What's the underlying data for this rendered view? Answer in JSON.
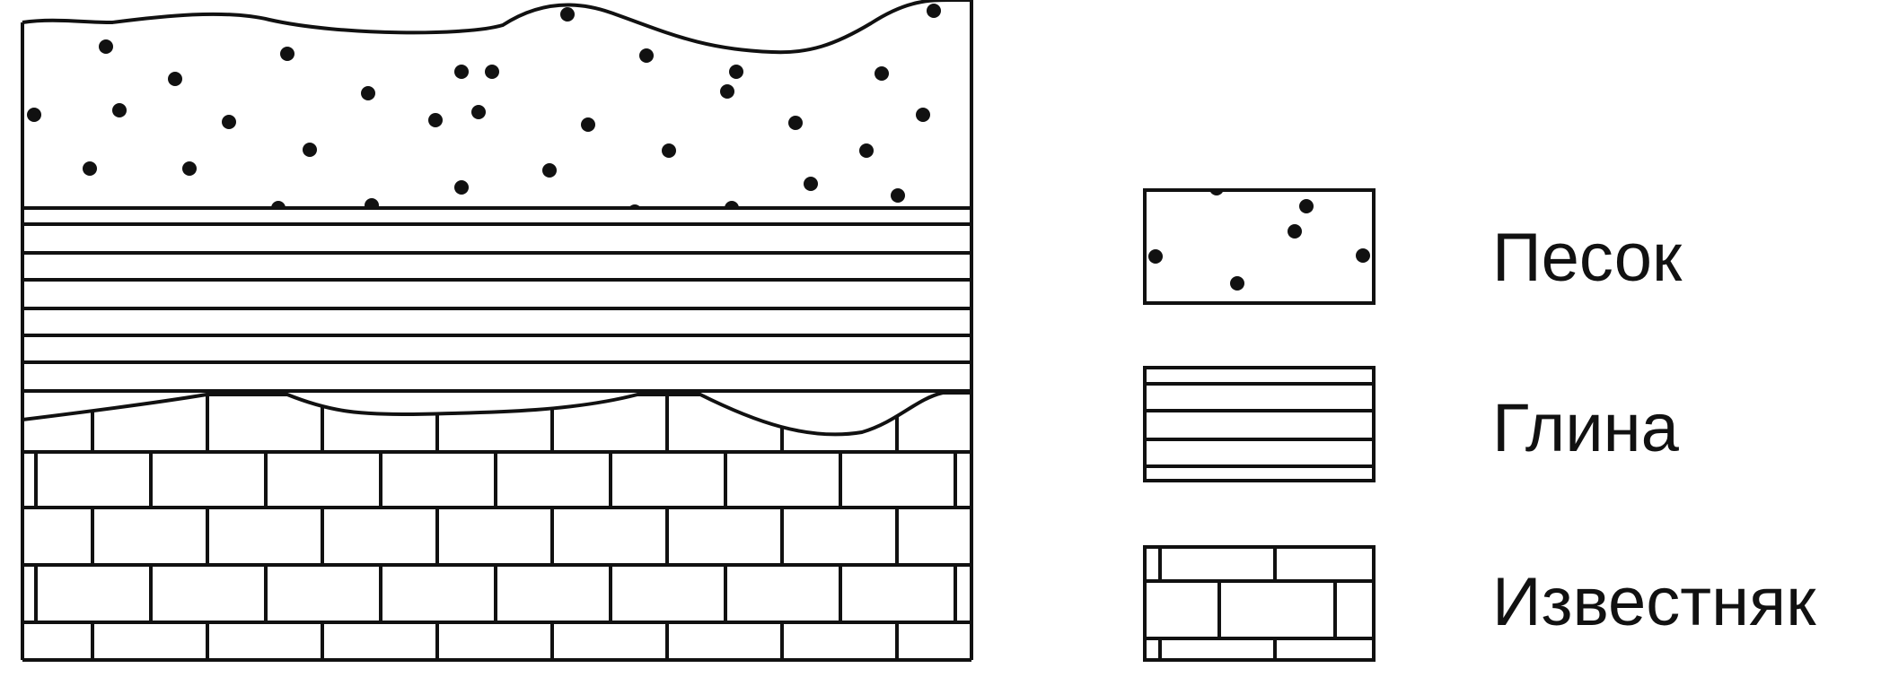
{
  "diagram": {
    "type": "geological-cross-section",
    "layers_top_to_bottom": [
      "sand",
      "clay",
      "limestone"
    ],
    "legend": [
      {
        "key": "sand",
        "label": "Песок",
        "pattern": "dots"
      },
      {
        "key": "clay",
        "label": "Глина",
        "pattern": "horizontal-lines"
      },
      {
        "key": "limestone",
        "label": "Известняк",
        "pattern": "bricks"
      }
    ],
    "colors": {
      "stroke": "#111111",
      "background": "#ffffff"
    }
  }
}
